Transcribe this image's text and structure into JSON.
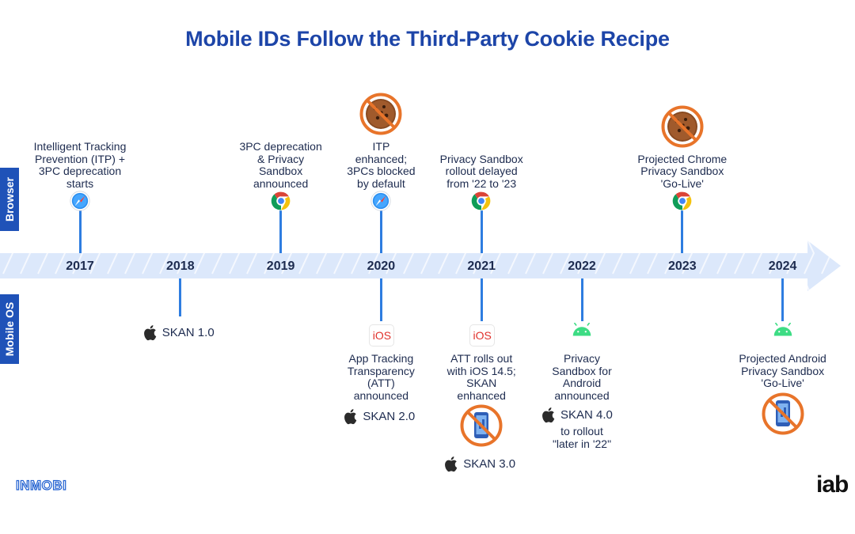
{
  "title": "Mobile IDs Follow the Third-Party Cookie Recipe",
  "lanes": {
    "top": "Browser",
    "bottom": "Mobile OS"
  },
  "years": [
    "2017",
    "2018",
    "2019",
    "2020",
    "2021",
    "2022",
    "2023",
    "2024"
  ],
  "browser_events": [
    {
      "year": "2017",
      "text": "Intelligent Tracking\nPrevention (ITP)  +\n3PC deprecation\nstarts",
      "icon": "safari-icon"
    },
    {
      "year": "2019",
      "text": "3PC deprecation\n& Privacy\nSandbox\nannounced",
      "icon": "chrome-icon"
    },
    {
      "year": "2020",
      "text": "ITP\nenhanced;\n3PCs blocked\nby default",
      "icon": "safari-icon",
      "badge": "no-cookie-icon"
    },
    {
      "year": "2021",
      "text": "Privacy Sandbox\nrollout delayed\nfrom '22 to '23",
      "icon": "chrome-icon"
    },
    {
      "year": "2023",
      "text": "Projected Chrome\nPrivacy Sandbox\n'Go-Live'",
      "icon": "chrome-icon",
      "badge": "no-cookie-icon"
    }
  ],
  "mobile_events": [
    {
      "year": "2018",
      "skan": "SKAN 1.0"
    },
    {
      "year": "2020",
      "os_label": "iOS",
      "text": "App Tracking\nTransparency\n(ATT)\nannounced",
      "skan": "SKAN 2.0"
    },
    {
      "year": "2021",
      "os_label": "iOS",
      "text": "ATT rolls out\nwith iOS 14.5;\nSKAN\nenhanced",
      "badge": "no-phone-icon",
      "skan": "SKAN 3.0"
    },
    {
      "year": "2022",
      "text": "Privacy\nSandbox for\nAndroid\nannounced",
      "skan": "SKAN 4.0",
      "skan_note": "to rollout\n\"later in '22\""
    },
    {
      "year": "2024",
      "text": "Projected Android\nPrivacy Sandbox\n'Go-Live'",
      "badge": "no-phone-icon"
    }
  ],
  "logos": {
    "left": "INMOBI",
    "right": "iab"
  },
  "colors": {
    "title": "#1d45a8",
    "band": "#1f52b8",
    "stem": "#2e7de0",
    "arrow": "#dce8fb",
    "ban": "#e8742a",
    "android": "#3ddc84",
    "ios": "#e0312b"
  }
}
